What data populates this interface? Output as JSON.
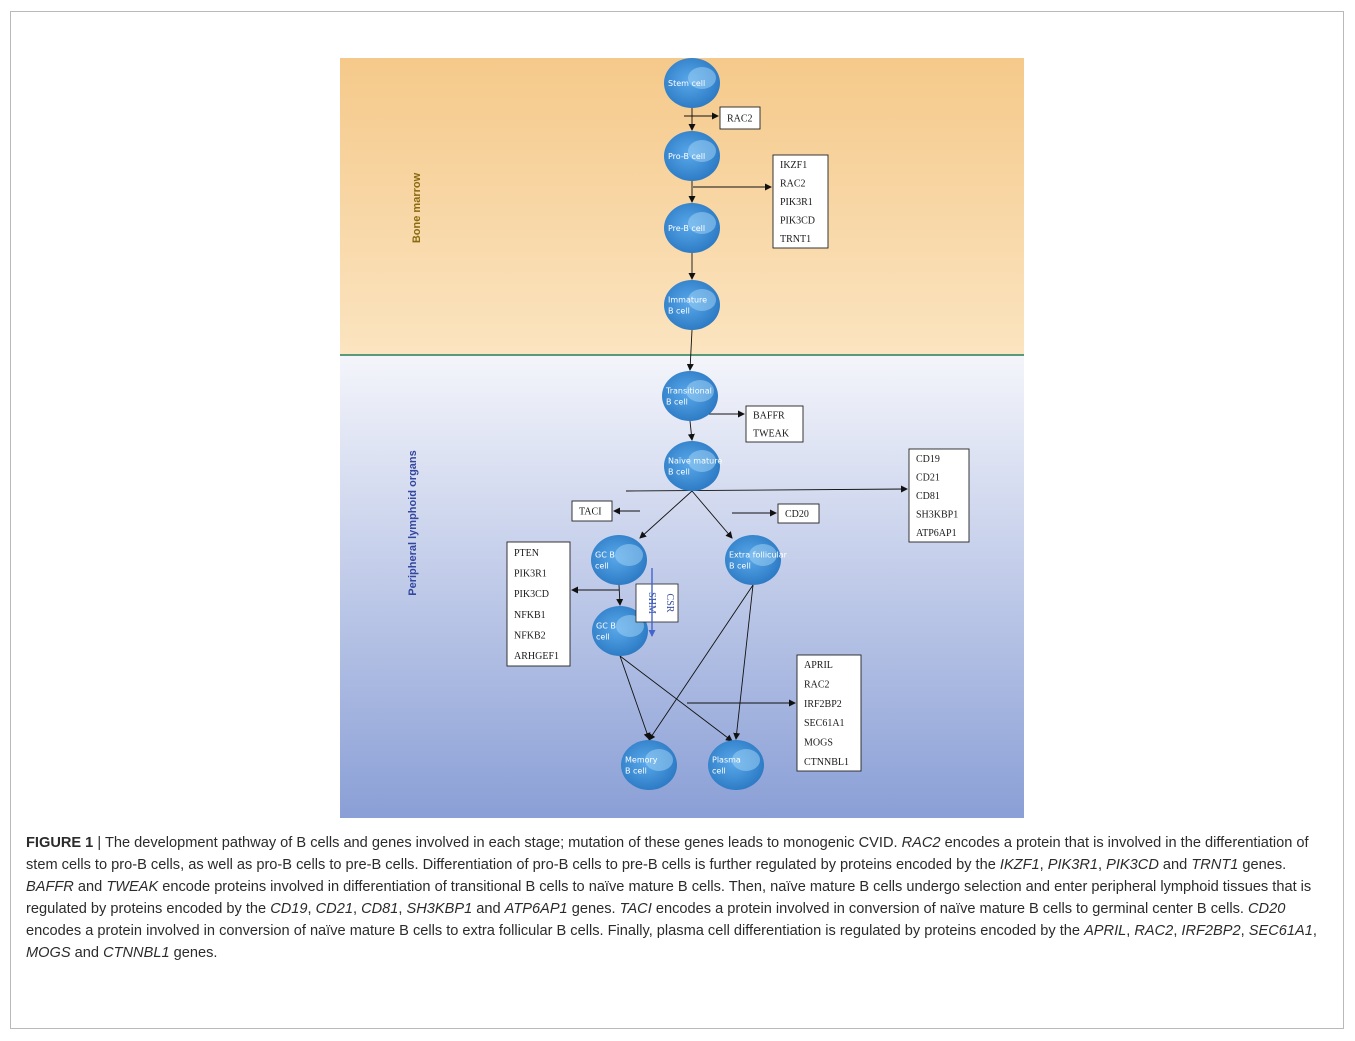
{
  "regions": {
    "bone_marrow": "Bone marrow",
    "peripheral": "Peripheral lymphoid organs"
  },
  "cells": {
    "stem": [
      "Stem cell"
    ],
    "pro_b": [
      "Pro-B cell"
    ],
    "pre_b": [
      "Pre-B cell"
    ],
    "immature_b": [
      "Immature",
      "B cell"
    ],
    "transitional_b": [
      "Transitional",
      "B cell"
    ],
    "naive_mature_b": [
      "Naïve mature",
      "B cell"
    ],
    "gc_b_1": [
      "GC B",
      "cell"
    ],
    "extra_follicular_b": [
      "Extra follicular",
      "B cell"
    ],
    "gc_b_2": [
      "GC B",
      "cell"
    ],
    "memory_b": [
      "Memory",
      "B cell"
    ],
    "plasma": [
      "Plasma",
      "cell"
    ]
  },
  "gene_boxes": {
    "rac2_box": [
      "RAC2"
    ],
    "pro_pre_box": [
      "IKZF1",
      "RAC2",
      "PIK3R1",
      "PIK3CD",
      "TRNT1"
    ],
    "baffr_box": [
      "BAFFR",
      "TWEAK"
    ],
    "selection_box": [
      "CD19",
      "CD21",
      "CD81",
      "SH3KBP1",
      "ATP6AP1"
    ],
    "taci_box": [
      "TACI"
    ],
    "cd20_box": [
      "CD20"
    ],
    "gc_box": [
      "PTEN",
      "PIK3R1",
      "PIK3CD",
      "NFKB1",
      "NFKB2",
      "ARHGEF1"
    ],
    "plasma_box": [
      "APRIL",
      "RAC2",
      "IRF2BP2",
      "SEC61A1",
      "MOGS",
      "CTNNBL1"
    ]
  },
  "gc_process": {
    "shm": "SHM",
    "csr": "CSR"
  },
  "colors": {
    "bone_marrow_top": "#f5c98a",
    "bone_marrow_bottom": "#fbe4c0",
    "peripheral_top": "#f4f5fb",
    "peripheral_bottom": "#8a9fd6",
    "cell_fill": "#3b8fd6",
    "region_label_bone": "#8a6a10",
    "region_label_peripheral": "#3347a0",
    "shm_arrow": "#4466cc"
  },
  "caption": {
    "label": "FIGURE 1",
    "segments": [
      {
        "t": " | The development pathway of B cells and genes involved in each stage; mutation of these genes leads to monogenic CVID. ",
        "i": false
      },
      {
        "t": "RAC2",
        "i": true
      },
      {
        "t": " encodes a protein that is involved in the differentiation of stem cells to pro-B cells, as well as pro-B cells to pre-B cells. Differentiation of pro-B cells to pre-B cells is further regulated by proteins encoded by the ",
        "i": false
      },
      {
        "t": "IKZF1",
        "i": true
      },
      {
        "t": ", ",
        "i": false
      },
      {
        "t": "PIK3R1",
        "i": true
      },
      {
        "t": ", ",
        "i": false
      },
      {
        "t": "PIK3CD",
        "i": true
      },
      {
        "t": " and ",
        "i": false
      },
      {
        "t": "TRNT1",
        "i": true
      },
      {
        "t": " genes. ",
        "i": false
      },
      {
        "t": "BAFFR",
        "i": true
      },
      {
        "t": " and ",
        "i": false
      },
      {
        "t": "TWEAK",
        "i": true
      },
      {
        "t": " encode proteins involved in differentiation of transitional B cells to naïve mature B cells. Then, naïve mature B cells undergo selection and enter peripheral lymphoid tissues that is regulated by proteins encoded by the ",
        "i": false
      },
      {
        "t": "CD19",
        "i": true
      },
      {
        "t": ", ",
        "i": false
      },
      {
        "t": "CD21",
        "i": true
      },
      {
        "t": ", ",
        "i": false
      },
      {
        "t": "CD81",
        "i": true
      },
      {
        "t": ", ",
        "i": false
      },
      {
        "t": "SH3KBP1",
        "i": true
      },
      {
        "t": " and ",
        "i": false
      },
      {
        "t": "ATP6AP1",
        "i": true
      },
      {
        "t": " genes. ",
        "i": false
      },
      {
        "t": "TACI",
        "i": true
      },
      {
        "t": " encodes a protein involved in conversion of naïve mature B cells to germinal center B cells. ",
        "i": false
      },
      {
        "t": "CD20",
        "i": true
      },
      {
        "t": " encodes a protein involved in conversion of naïve mature B cells to extra follicular B cells. Finally, plasma cell differentiation is regulated by proteins encoded by the ",
        "i": false
      },
      {
        "t": "APRIL",
        "i": true
      },
      {
        "t": ", ",
        "i": false
      },
      {
        "t": "RAC2",
        "i": true
      },
      {
        "t": ", ",
        "i": false
      },
      {
        "t": "IRF2BP2",
        "i": true
      },
      {
        "t": ", ",
        "i": false
      },
      {
        "t": "SEC61A1",
        "i": true
      },
      {
        "t": ", ",
        "i": false
      },
      {
        "t": "MOGS",
        "i": true
      },
      {
        "t": " and ",
        "i": false
      },
      {
        "t": "CTNNBL1",
        "i": true
      },
      {
        "t": " genes.",
        "i": false
      }
    ]
  }
}
